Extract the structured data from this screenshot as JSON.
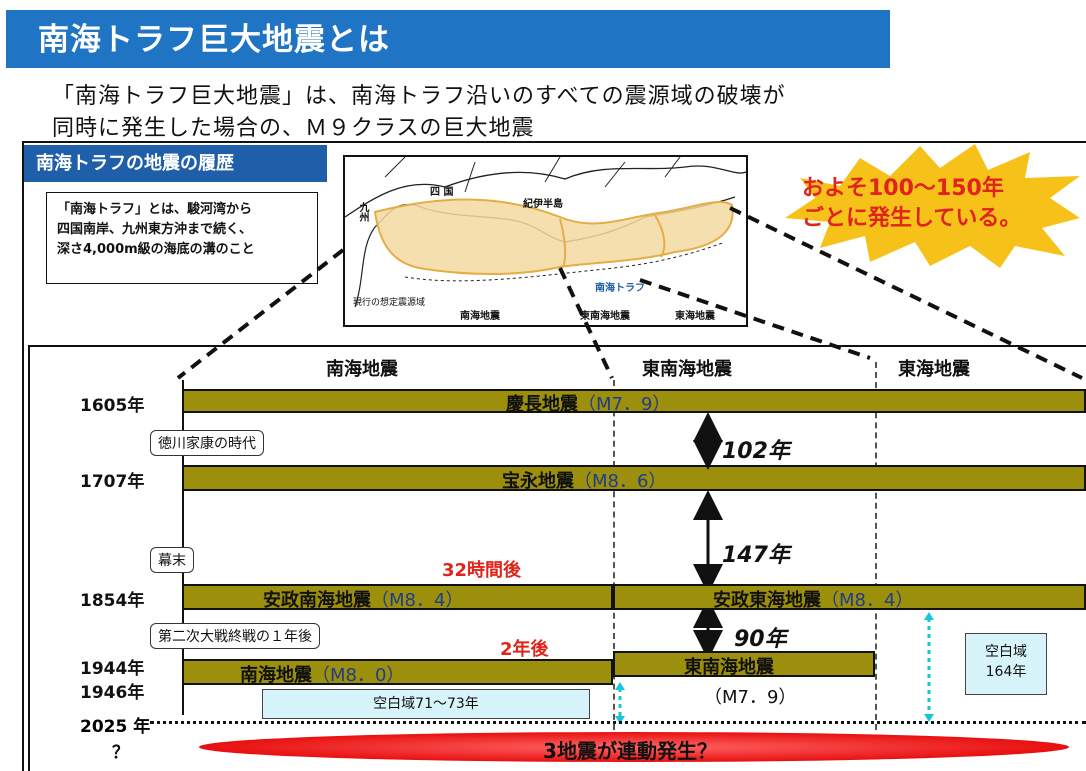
{
  "title": "南海トラフ巨大地震とは",
  "subtitle": {
    "line1": "「南海トラフ巨大地震」は、南海トラフ沿いのすべての震源域の破壊が",
    "line2": "同時に発生した場合の、Ｍ９クラスの巨大地震"
  },
  "history_header": "南海トラフの地震の履歴",
  "definition": {
    "line1": "「南海トラフ」とは、駿河湾から",
    "line2": "四国南岸、九州東方沖まで続く、",
    "line3": "深さ4,000m級の海底の溝のこと"
  },
  "map": {
    "shikoku": "四 国",
    "kyushu": "九州",
    "kii": "紀伊半島",
    "trough": "南海トラフ",
    "legend": "現行の想定震源域",
    "nankai": "南海地震",
    "tonankai": "東南海地震",
    "tokai": "東海地震"
  },
  "frequency": {
    "line1": "およそ100～150年",
    "line2": "ごとに発生している。"
  },
  "columns": {
    "nankai": "南海地震",
    "tonankai": "東南海地震",
    "tokai": "東海地震"
  },
  "years": {
    "y1605": "1605年",
    "y1707": "1707年",
    "y1854": "1854年",
    "y1944": "1944年",
    "y1946": "1946年",
    "y2025": "2025 年",
    "unknown": "？"
  },
  "events": {
    "keicho": {
      "name": "慶長地震",
      "mag": "（M7．9）"
    },
    "hoei": {
      "name": "宝永地震",
      "mag": "（M8．6）"
    },
    "ansei_nankai": {
      "name": "安政南海地震",
      "mag": "（M8．4）"
    },
    "ansei_tokai": {
      "name": "安政東海地震",
      "mag": "（M8．4）"
    },
    "nankai_1946": {
      "name": "南海地震",
      "mag": "（M8．0）"
    },
    "tonankai_1944": {
      "name": "東南海地震",
      "mag": "（M7．9）"
    }
  },
  "callouts": {
    "tokugawa": "徳川家康の時代",
    "bakumatsu": "幕末",
    "postwar": "第二次大戦終戦の１年後"
  },
  "intervals": {
    "i102": "102年",
    "i147": "147年",
    "i90": "90年"
  },
  "gaps": {
    "hours32": "32時間後",
    "years2": "2年後"
  },
  "blank_zones": {
    "nankai": "空白域71～73年",
    "tokai_line1": "空白域",
    "tokai_line2": "164年"
  },
  "final": "3地震が連動発生？",
  "colors": {
    "banner": "#1f74c4",
    "header": "#1f5fa9",
    "bar": "#9b8f0c",
    "accent_red": "#e0241b",
    "blank": "#d8f4fb"
  }
}
